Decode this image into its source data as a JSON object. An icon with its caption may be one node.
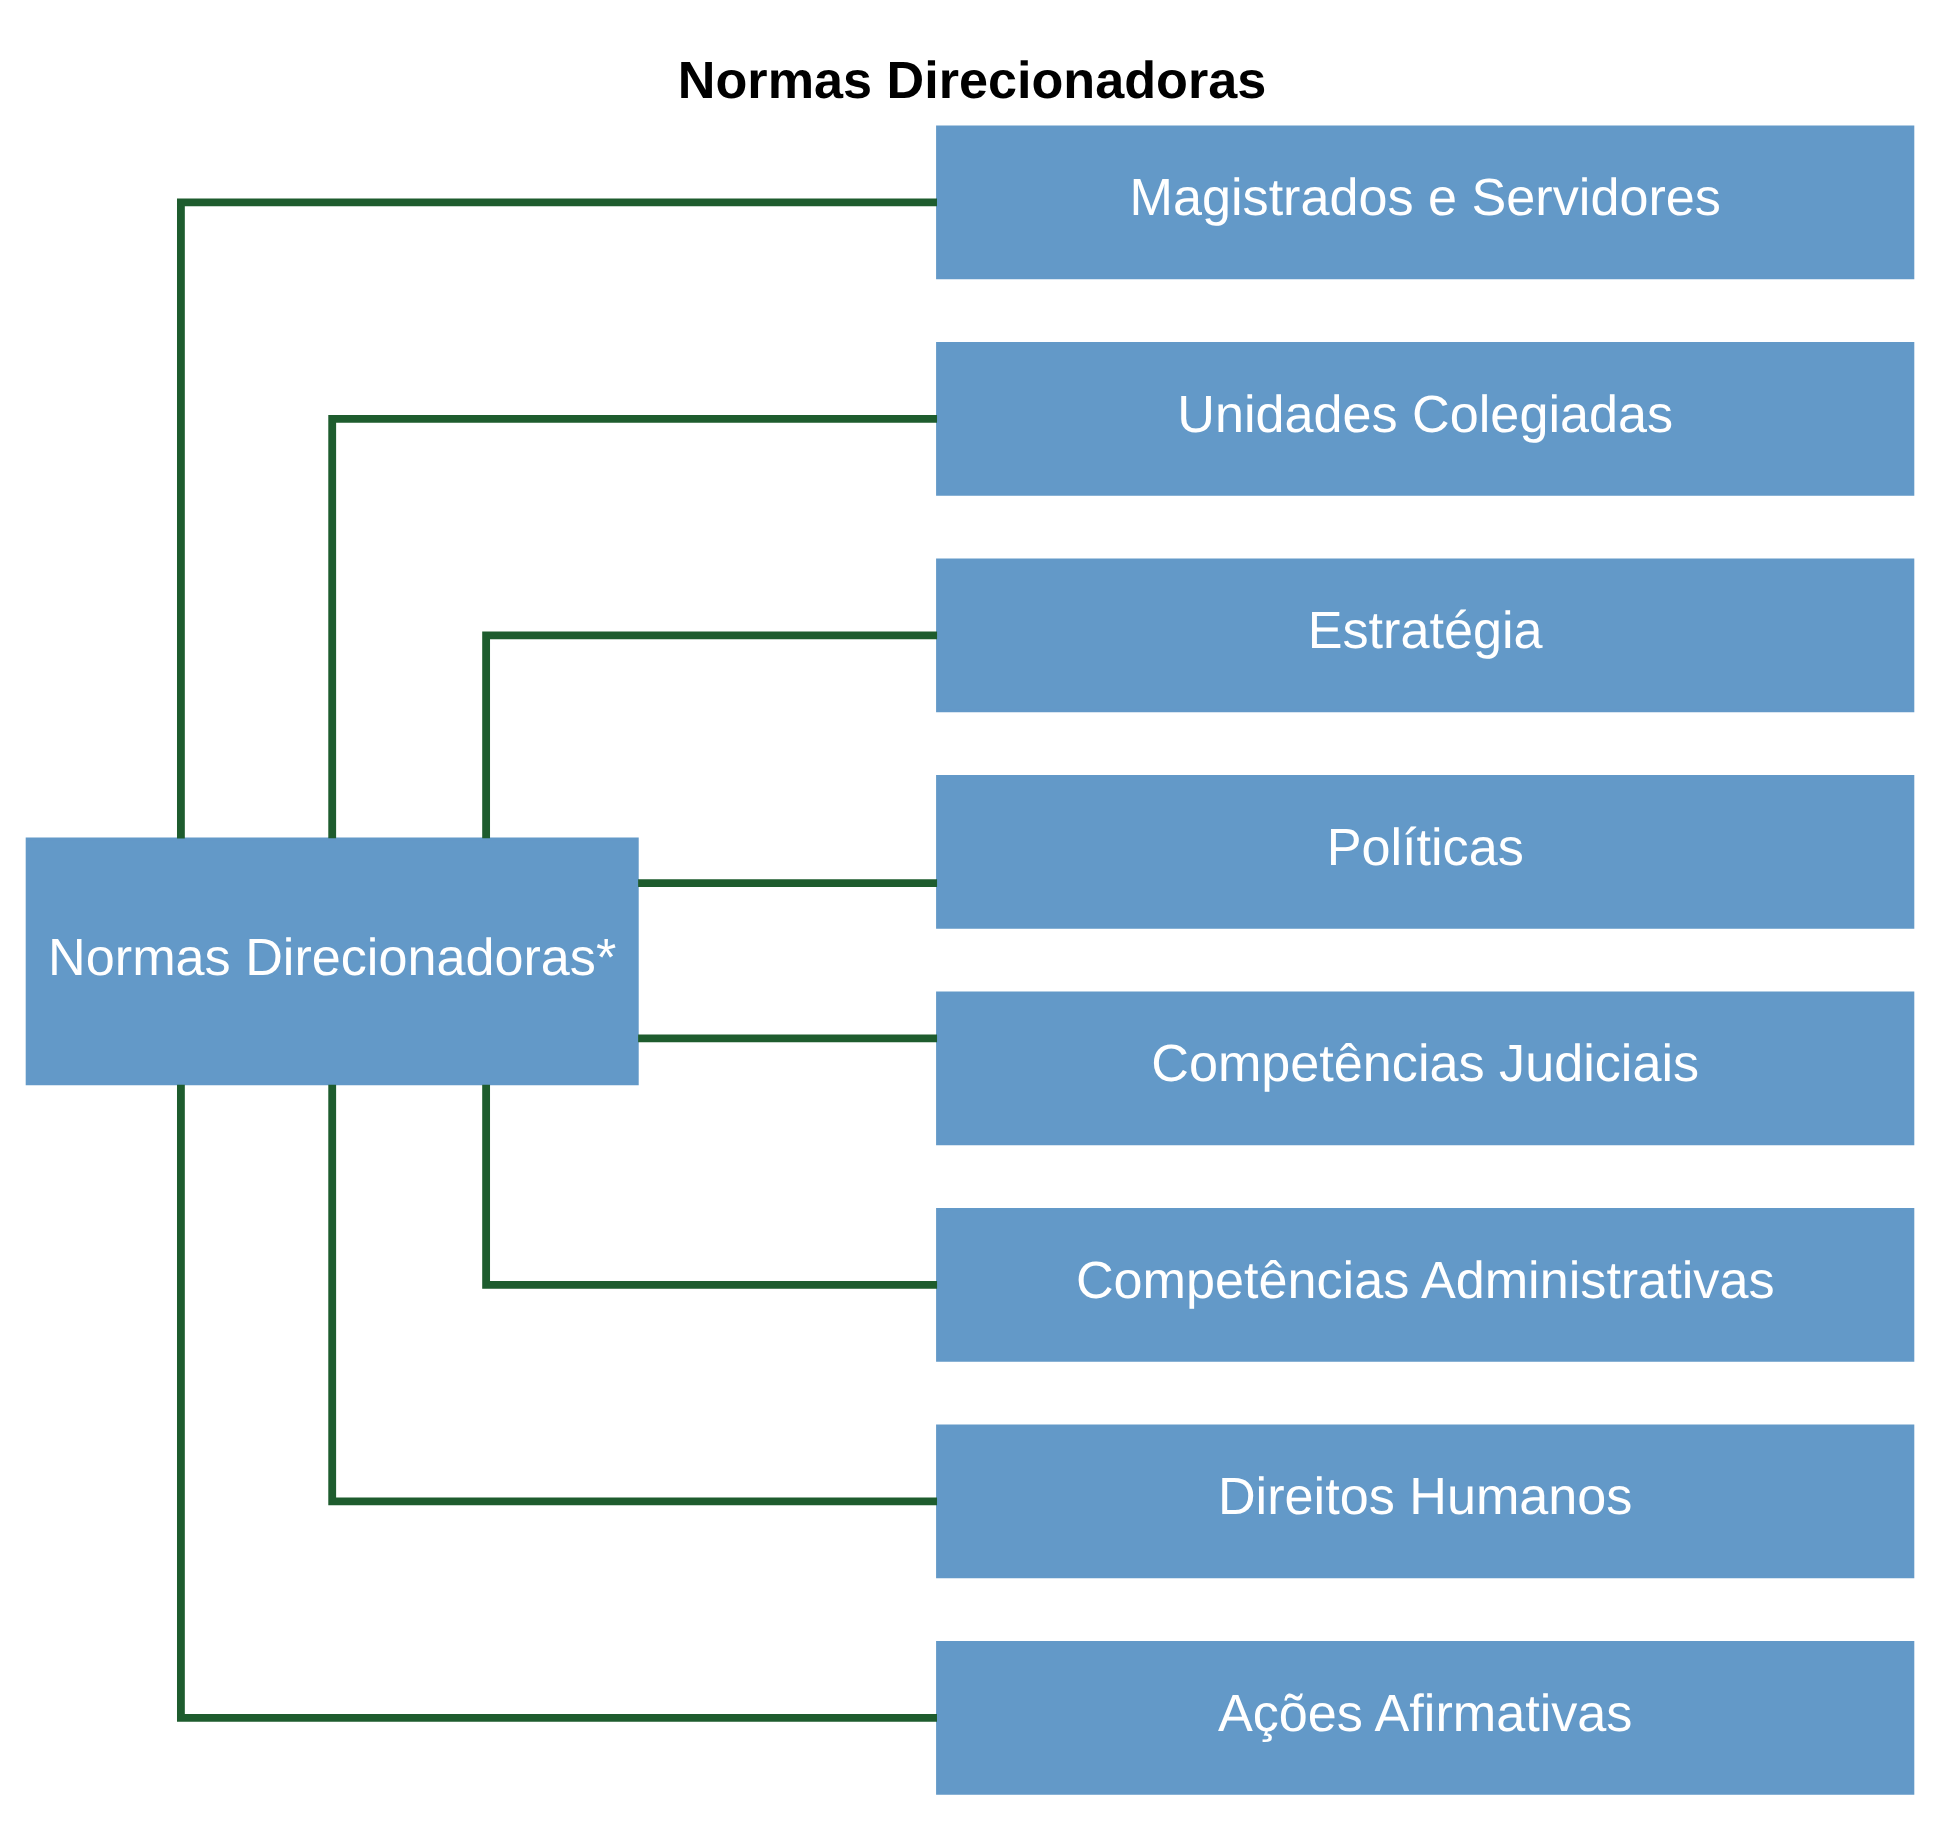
{
  "diagram": {
    "title": "Normas Direcionadoras",
    "nodes": [
      {
        "text": [
          "Normas Direcionadoras*"
        ]
      },
      {
        "text": [
          "Magistrados e Servidores"
        ]
      },
      {
        "text": [
          "Unidades Colegiadas"
        ]
      },
      {
        "text": [
          "Estratégia"
        ]
      },
      {
        "text": [
          "Políticas"
        ]
      },
      {
        "text": [
          "Competências Judiciais"
        ]
      },
      {
        "text": [
          "Competências Administrativas"
        ]
      },
      {
        "text": [
          "Direitos Humanos"
        ]
      },
      {
        "text": [
          "Ações Afirmativas"
        ]
      }
    ],
    "edges": [
      {
        "from": 0,
        "to": 1,
        "arrow": "none"
      },
      {
        "from": 0,
        "to": 2,
        "arrow": "none"
      },
      {
        "from": 0,
        "to": 3,
        "arrow": "none"
      },
      {
        "from": 0,
        "to": 4,
        "arrow": "none"
      },
      {
        "from": 0,
        "to": 5,
        "arrow": "none"
      },
      {
        "from": 0,
        "to": 6,
        "arrow": "none"
      },
      {
        "from": 0,
        "to": 7,
        "arrow": "none"
      },
      {
        "from": 0,
        "to": 8,
        "arrow": "none"
      }
    ]
  }
}
